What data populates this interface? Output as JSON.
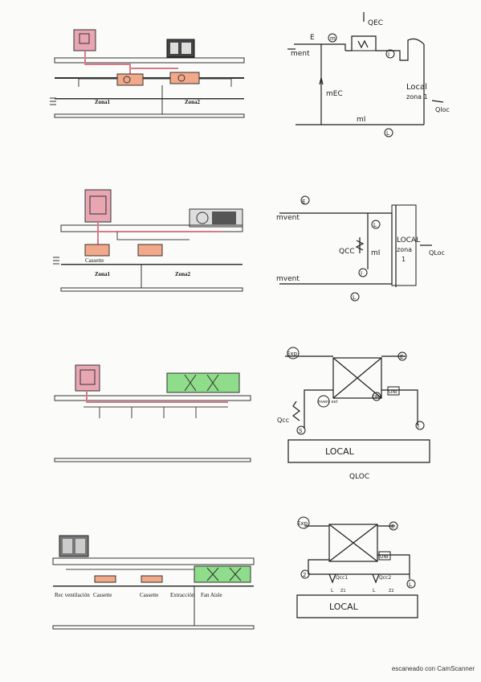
{
  "footer": {
    "scanner_text": "escaneado con CamScanner"
  },
  "diagram1": {
    "zone1": "Zona1",
    "zone2": "Zona2",
    "hand": {
      "e": "E",
      "m_top": "m",
      "m_ent": "ment",
      "q_ec": "QEC",
      "node_i": "I",
      "local": "Local",
      "zona": "zona 1",
      "q_loc": "Qloc",
      "m_ec": "mEC",
      "m_i": "mI",
      "node_l": "L"
    }
  },
  "diagram2": {
    "zone1": "Zona1",
    "zone2": "Zona2",
    "cassette": "Cassette",
    "hand": {
      "e": "E",
      "m_vent_top": "mvent",
      "node_l_top": "L",
      "q_cc": "QCC",
      "m_i": "mI",
      "local": "LOCAL",
      "zona": "zona",
      "one": "1",
      "q_loc": "QLoc",
      "node_i": "I",
      "m_vent_bottom": "mvent",
      "node_l_bottom": "L"
    }
  },
  "diagram3": {
    "hand": {
      "exp": "Exp",
      "e": "E",
      "m_vent": "mvent ext",
      "q_m": "QM",
      "uni": "UNI",
      "q_cc": "Qcc",
      "node_s": "S",
      "node_i": "I",
      "local": "LOCAL",
      "q_loc": "QLOC"
    }
  },
  "diagram4": {
    "labels": [
      "Rec ventilación",
      "Cassette",
      "Cassette",
      "Extracción",
      "Fan Aisle"
    ],
    "hand": {
      "exp": "Exp",
      "e": "E",
      "uni": "UNI",
      "q_cc1": "Qcc1",
      "q_cc2": "Qcc2",
      "node_2": "2",
      "node_l": "L",
      "l1": "L",
      "l2": "L",
      "z1": "Z1",
      "z2": "Z2",
      "local": "LOCAL"
    }
  },
  "colors": {
    "pink": "#e8a6b3",
    "salmon": "#f2a98a",
    "green": "#8fdc8a",
    "ink": "#1d1d1d"
  }
}
